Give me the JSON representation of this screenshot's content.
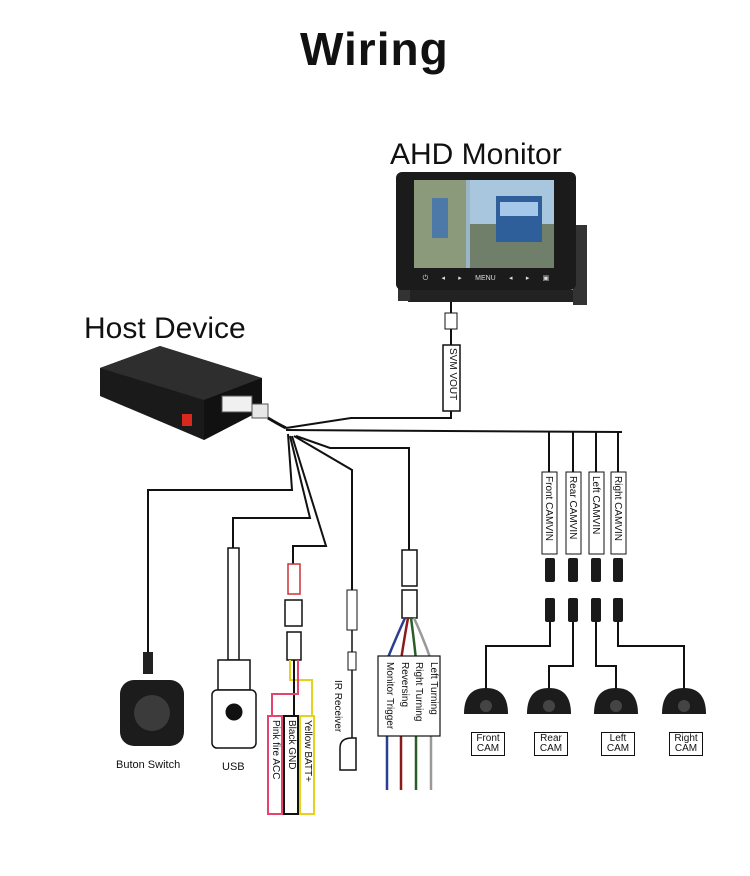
{
  "title": "Wiring",
  "labels": {
    "monitor": "AHD Monitor",
    "host": "Host Device",
    "svm_vout": "SVM VOUT",
    "button_switch": "Buton Switch",
    "usb": "USB",
    "ir_receiver": "IR Receiver"
  },
  "power_wires": [
    {
      "text": "Yellow BATT+",
      "color": "#e6d21c"
    },
    {
      "text": "Black GND",
      "color": "#111111"
    },
    {
      "text": "Pink fire ACC",
      "color": "#e8436e"
    }
  ],
  "trigger_wires": [
    {
      "text": "Left Turning",
      "color": "#999999"
    },
    {
      "text": "Right Turning",
      "color": "#2a5d2a"
    },
    {
      "text": "Reversing",
      "color": "#8b1a1a"
    },
    {
      "text": "Monitor Trigger",
      "color": "#2a3f8f"
    }
  ],
  "cam_inputs": [
    "Front CAMVIN",
    "Rear CAMVIN",
    "Left CAMVIN",
    "Right CAMVIN"
  ],
  "cameras": [
    {
      "line1": "Front",
      "line2": "CAM"
    },
    {
      "line1": "Rear",
      "line2": "CAM"
    },
    {
      "line1": "Left",
      "line2": "CAM"
    },
    {
      "line1": "Right",
      "line2": "CAM"
    }
  ],
  "monitor_buttons": [
    "⏻",
    "◂",
    "▸",
    "MENU",
    "◂",
    "▸",
    "▣"
  ]
}
